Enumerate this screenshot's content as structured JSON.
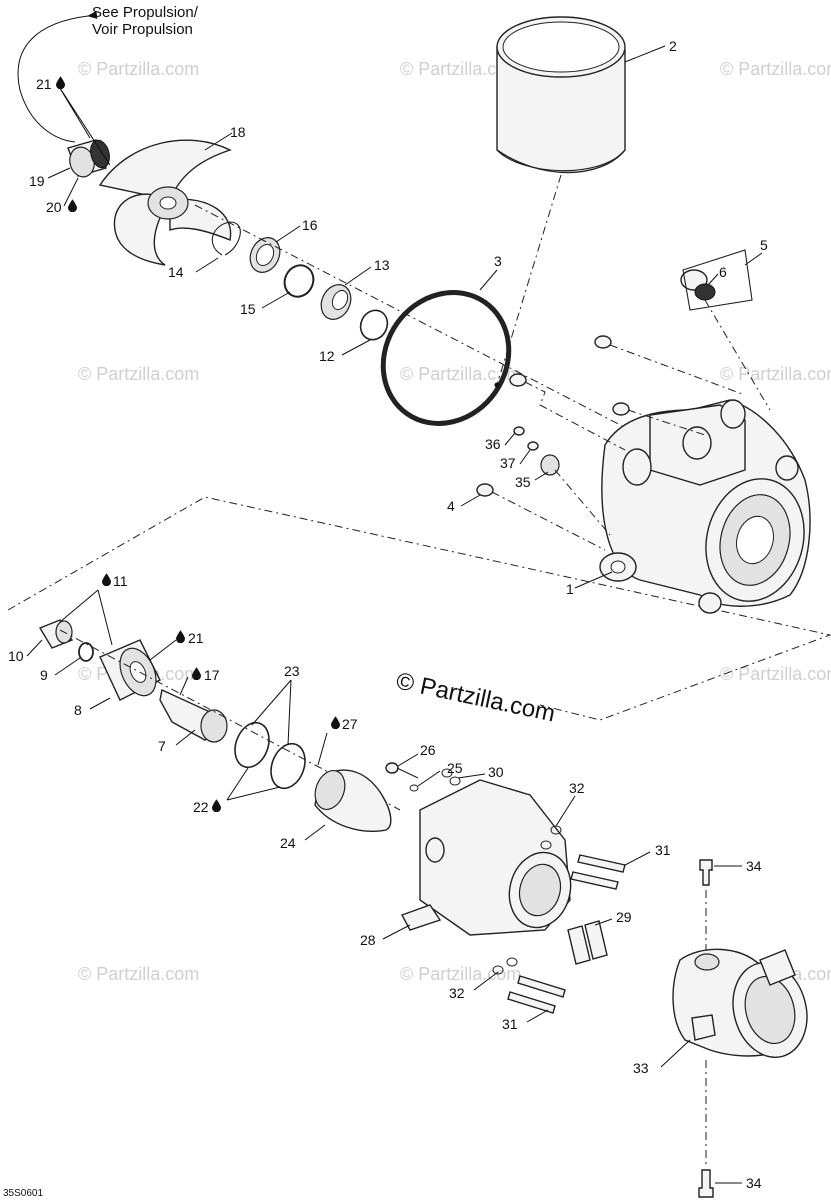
{
  "reference": {
    "line1": "See Propulsion/",
    "line2": "Voir Propulsion"
  },
  "watermark": {
    "small": "© Partzilla.com",
    "big": "© Partzilla.com"
  },
  "diagram_code": "35S0601",
  "labels": {
    "l1": "1",
    "l2": "2",
    "l3": "3",
    "l4": "4",
    "l5": "5",
    "l6": "6",
    "l7": "7",
    "l8": "8",
    "l9": "9",
    "l10": "10",
    "l11": "11",
    "l12": "12",
    "l13": "13",
    "l14": "14",
    "l15": "15",
    "l16": "16",
    "l17": "17",
    "l18": "18",
    "l19": "19",
    "l20": "20",
    "l21a": "21",
    "l21b": "21",
    "l22": "22",
    "l23": "23",
    "l24": "24",
    "l25": "25",
    "l26": "26",
    "l27": "27",
    "l28": "28",
    "l29": "29",
    "l30": "30",
    "l31a": "31",
    "l31b": "31",
    "l32a": "32",
    "l32b": "32",
    "l33": "33",
    "l34a": "34",
    "l34b": "34",
    "l35": "35",
    "l36": "36",
    "l37": "37"
  }
}
